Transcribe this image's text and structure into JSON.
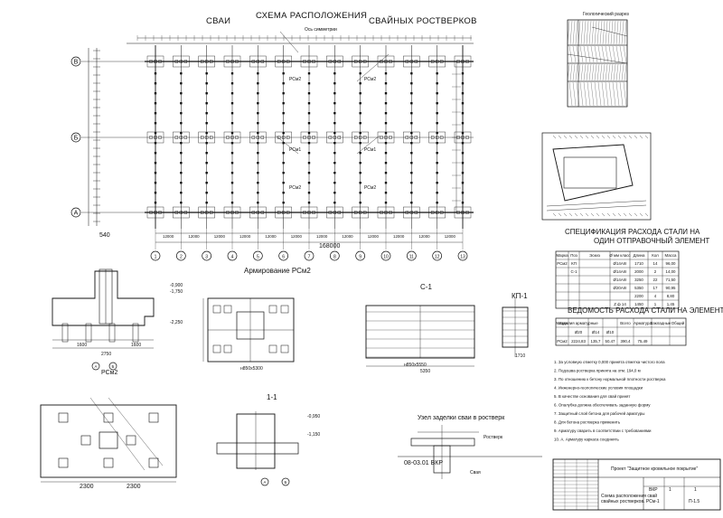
{
  "plan": {
    "title_left": "СВАИ",
    "title_center": "СХЕМА РАСПОЛОЖЕНИЯ",
    "title_right": "СВАЙНЫХ РОСТВЕРКОВ",
    "row_axes": [
      "В",
      "Б",
      "А"
    ],
    "col_axes": [
      "1",
      "2",
      "3",
      "4",
      "5",
      "6",
      "7",
      "8",
      "9",
      "10",
      "11",
      "12",
      "13"
    ],
    "span_label": "12000",
    "total_label": "168000",
    "left_dim": "540",
    "pile_label": "РСм2",
    "pile_label_b": "РСм1",
    "axis_note": "Ось симметрии"
  },
  "geology": {
    "title": "Геологический разрез"
  },
  "arm_title": "Армирование РСм2",
  "sections": {
    "pile_cap_label": "РСм2",
    "pile_cap_width": "2750",
    "dim_1600": "1600",
    "level_top": "-0,900",
    "level_mid": "-1,750",
    "level_low": "-2,250",
    "dim_2300": "2300",
    "c1_title": "С-1",
    "c1_width": "5350",
    "c1_label": "н850х5550",
    "kp1_title": "КП-1",
    "kp1_dim": "1710",
    "mesh_label": "н850х5300",
    "s11_title": "1-1",
    "s11_l1": "-0,950",
    "s11_l2": "-1,150",
    "node_title": "Узел заделки сваи в ростверк",
    "node_l1": "Ростверк",
    "node_l2": "Свая",
    "axes_ab": [
      "А",
      "Б"
    ]
  },
  "spec1": {
    "title_line1": "СПЕЦИФИКАЦИЯ РАСХОДА СТАЛИ НА",
    "title_line2": "ОДИН ОТПРАВОЧНЫЙ ЭЛЕМЕНТ",
    "headers": [
      "Марка",
      "Поз",
      "Эскиз",
      "Ø мм класс",
      "Длина",
      "Кол",
      "Масса"
    ],
    "rows": [
      [
        "РСм2",
        "КП",
        "",
        "Ø14АIII",
        "1710",
        "14",
        "96,00"
      ],
      [
        "",
        "С-1",
        "",
        "Ø14АIII",
        "2000",
        "2",
        "14,00"
      ],
      [
        "",
        "",
        "",
        "Ø14АIII",
        "3250",
        "22",
        "71,50"
      ],
      [
        "",
        "",
        "",
        "Ø20АIII",
        "5350",
        "17",
        "90,95"
      ],
      [
        "",
        "",
        "",
        "",
        "2200",
        "4",
        "8,80"
      ],
      [
        "",
        "",
        "",
        "Z ф 14",
        "1450",
        "1",
        "1,45"
      ]
    ]
  },
  "spec2": {
    "title": "ВЕДОМОСТЬ РАСХОДА СТАЛИ НА ЭЛЕМЕНТ",
    "headers": [
      "Марка",
      "Изделия арматурные",
      "",
      "",
      "Всего",
      "Арматура",
      "Закладные",
      "Общий"
    ],
    "subheaders": [
      "",
      "Ø20",
      "Ø14",
      "Ø10",
      "",
      "",
      "",
      ""
    ],
    "row": [
      "РСм2",
      "2224,83",
      "135,7",
      "50,47",
      "390,4",
      "75,49",
      "",
      ""
    ]
  },
  "notes": [
    "1. За условную отметку 0,000 принята отметка чистого пола",
    "2. Подошва ростверка принята на отм. 194,0 м",
    "3. По отношению к бетону нормальной плотности ростверка",
    "4. Инженерно-геологические условия площадки",
    "5. В качестве основания для свай принят",
    "6. Опалубка должна обеспечивать заданную форму",
    "7. Защитный слой бетона для рабочей арматуры",
    "8. Для бетона ростверка применить",
    "9. Арматуру сварить в соответствии с требованиями",
    "10. А. Арматуру каркаса соединять"
  ],
  "title_block": {
    "code": "08-03.01 ВКР",
    "project": "Проект \"Защитное кровельное покрытие\"",
    "sheet_desc1": "Схема расположения свай",
    "sheet_desc2": "свайных ростверков. РСм-1",
    "stage": "ВКР",
    "sheet": "1",
    "sheets": "1",
    "mark": "П-1.5"
  },
  "colors": {
    "line": "#111111",
    "paper": "#ffffff"
  }
}
